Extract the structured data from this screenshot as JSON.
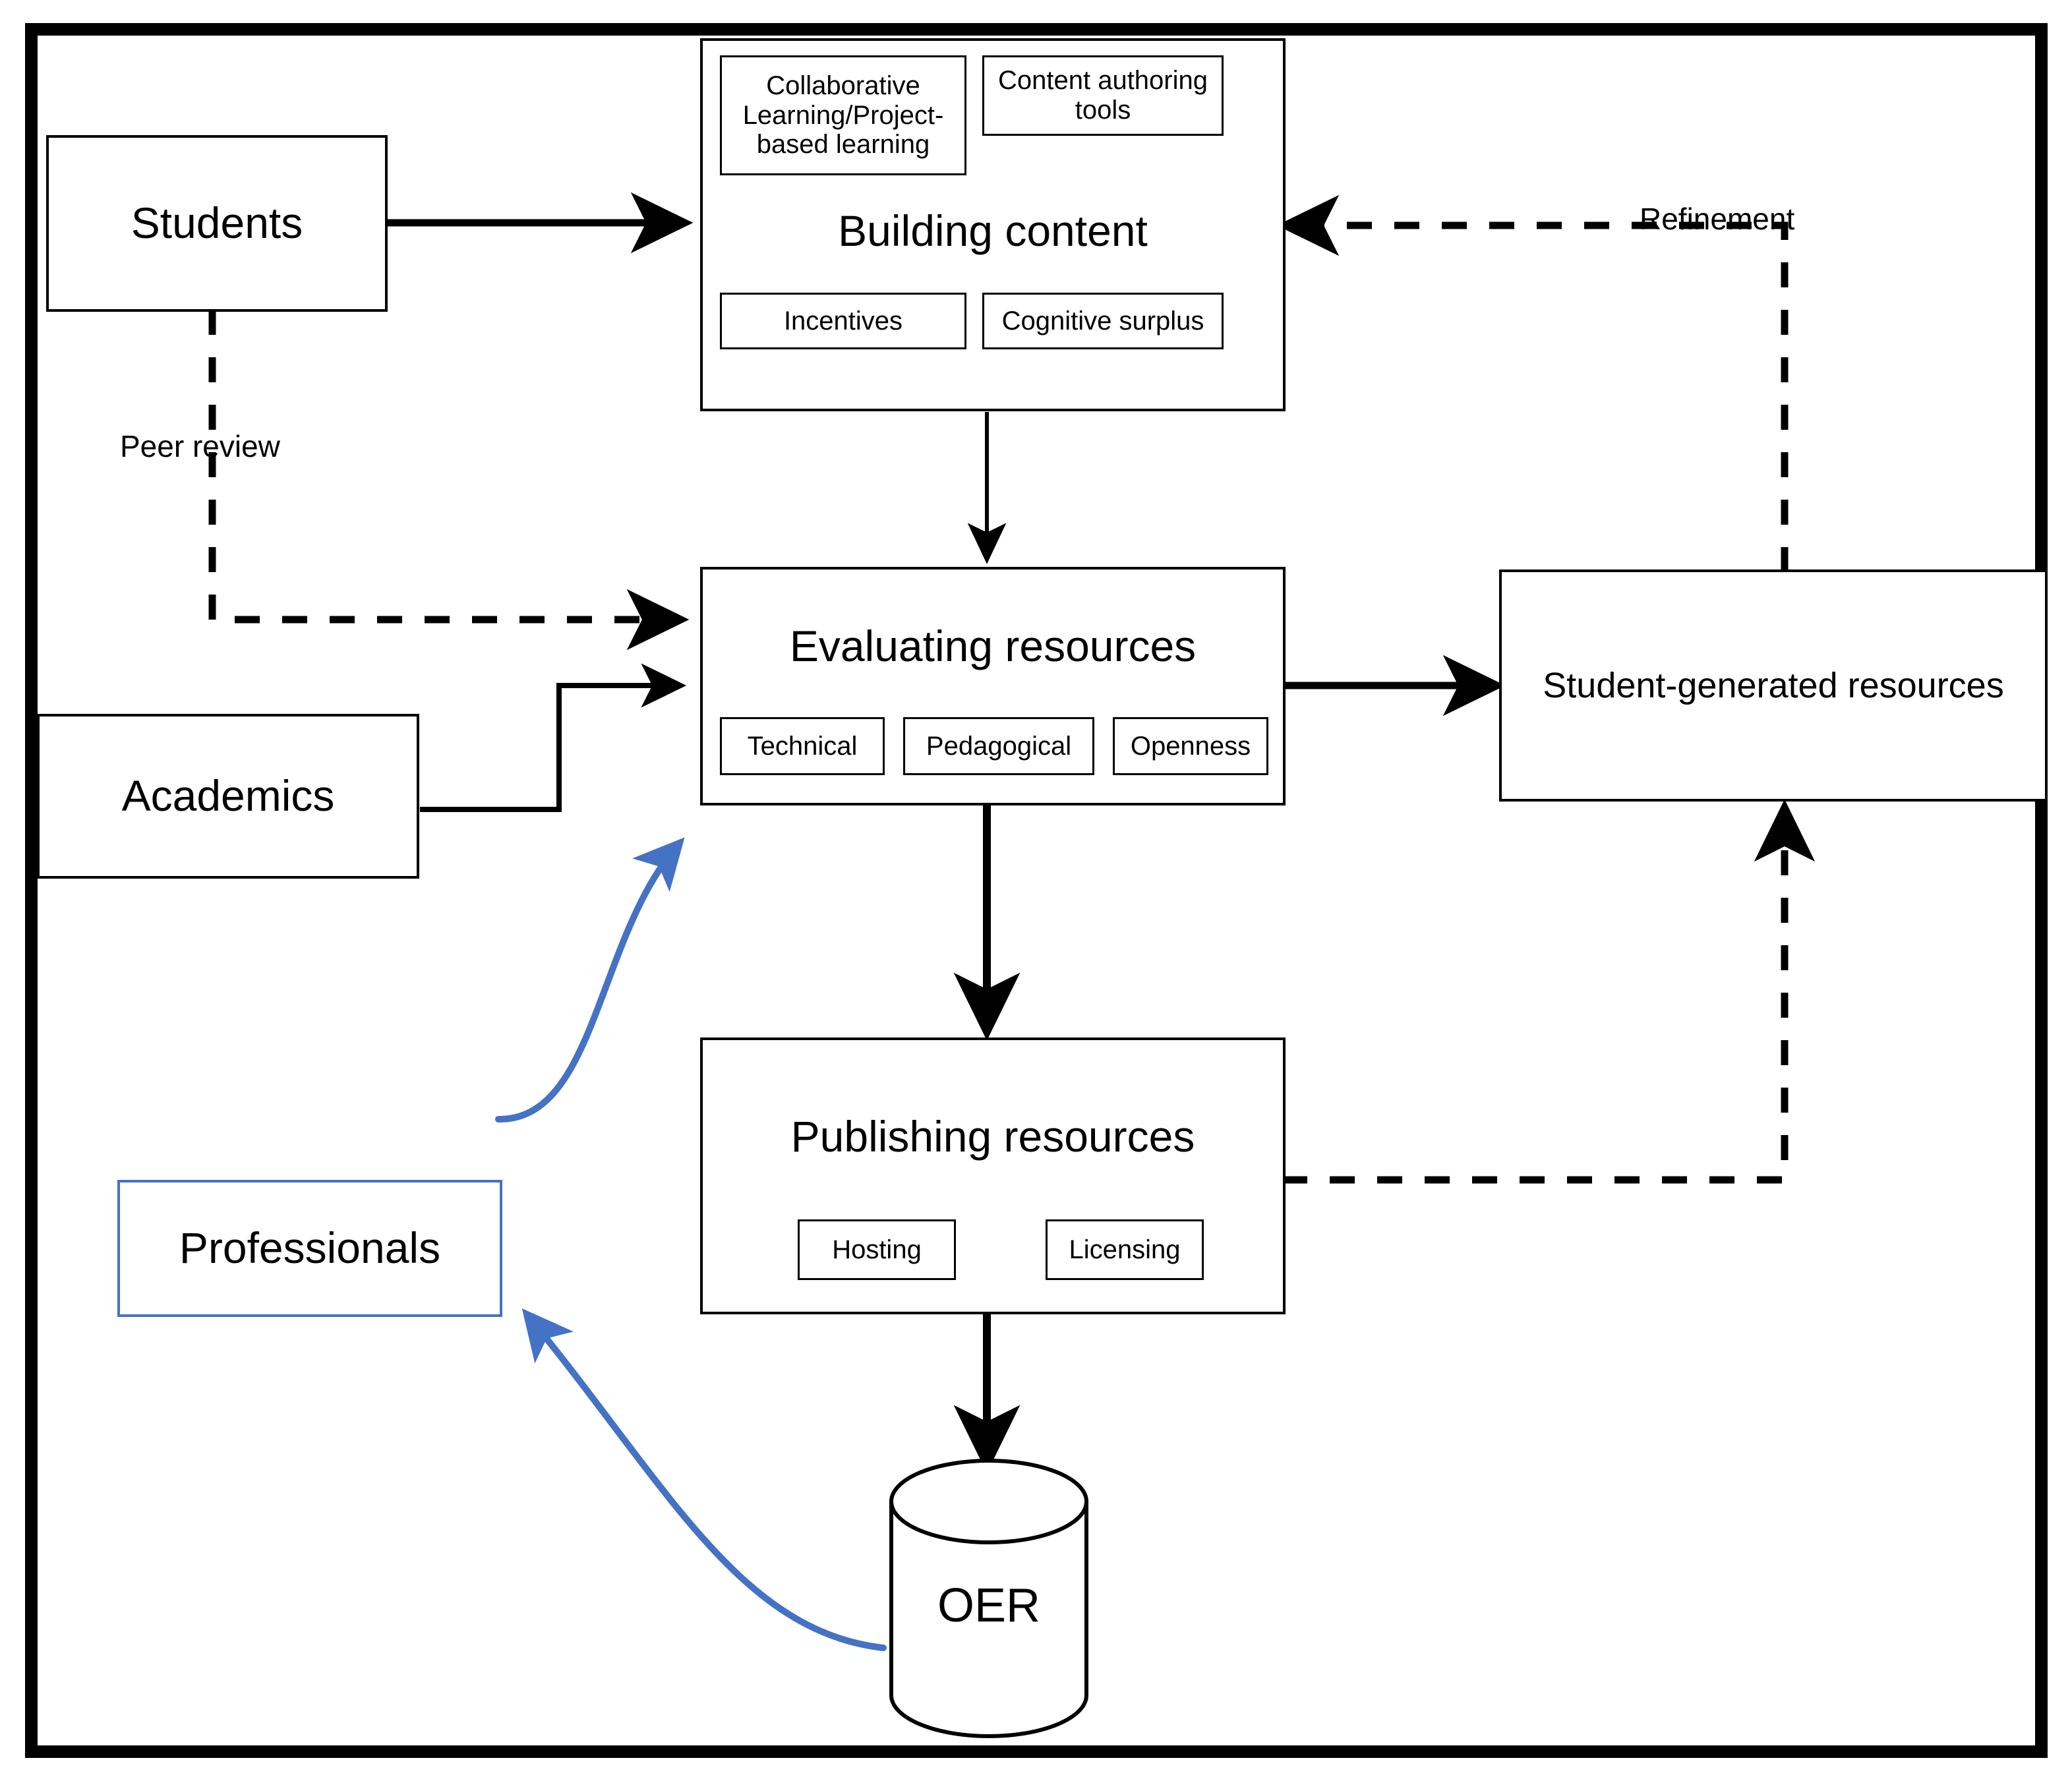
{
  "diagram": {
    "title": "OER lifecycle flow diagram",
    "accent_blue": "#4472C4",
    "line_black": "#000000"
  },
  "actors": {
    "students": "Students",
    "academics": "Academics",
    "professionals": "Professionals"
  },
  "stages": {
    "building": {
      "title": "Building content",
      "sub_items": [
        "Collaborative Learning/Project-based learning",
        "Content authoring tools",
        "Incentives",
        "Cognitive surplus"
      ]
    },
    "evaluating": {
      "title": "Evaluating resources",
      "sub_items": [
        "Technical",
        "Pedagogical",
        "Openness"
      ]
    },
    "publishing": {
      "title": "Publishing resources",
      "sub_items": [
        "Hosting",
        "Licensing"
      ]
    }
  },
  "outputs": {
    "student_generated": "Student-generated resources",
    "repository": "OER"
  },
  "edge_labels": {
    "peer_review": "Peer review",
    "refinement": "Refinement"
  }
}
